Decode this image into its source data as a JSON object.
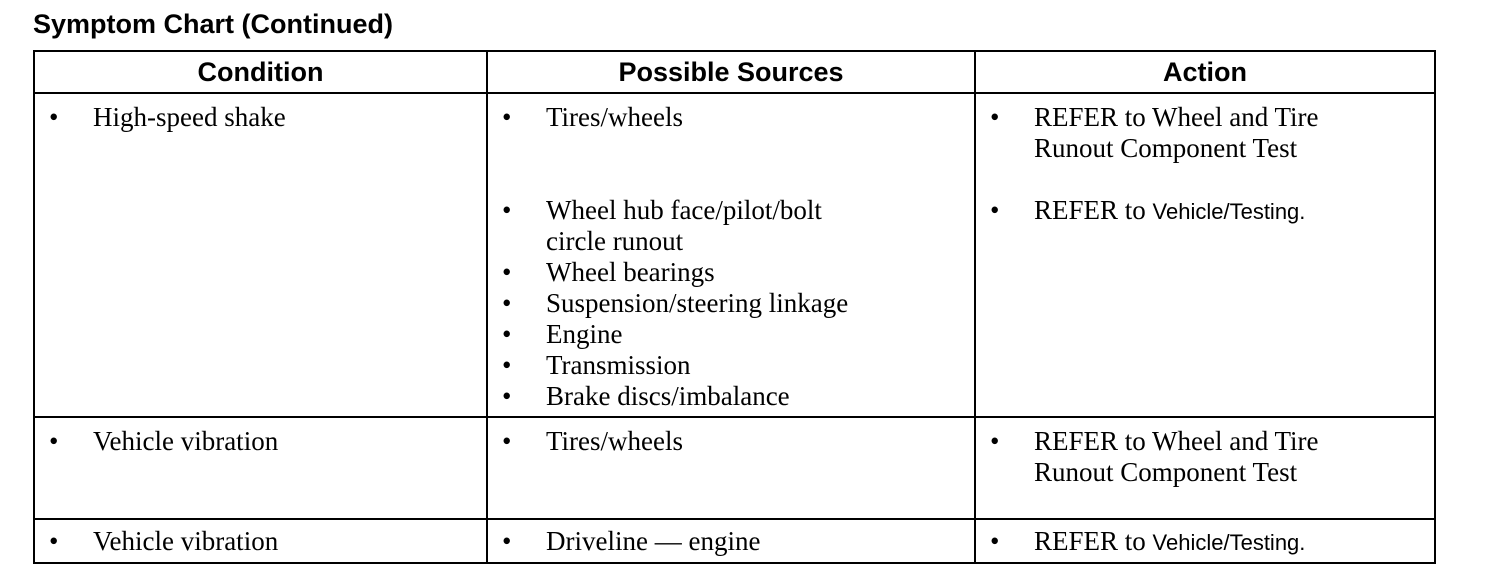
{
  "title": "Symptom Chart (Continued)",
  "headers": {
    "condition": "Condition",
    "sources": "Possible Sources",
    "action": "Action"
  },
  "bullet": "•",
  "rows": [
    {
      "condition": "High-speed shake",
      "sources": [
        "Tires/wheels",
        "Wheel hub face/pilot/bolt circle runout",
        "Wheel bearings",
        "Suspension/steering linkage",
        "Engine",
        "Transmission",
        "Brake discs/imbalance"
      ],
      "actions": [
        {
          "lead": "REFER to Wheel and Tire Runout Component Test",
          "ref": ""
        },
        {
          "lead": "REFER to ",
          "ref": "Vehicle/Testing."
        }
      ]
    },
    {
      "condition": "Vehicle vibration",
      "sources": [
        "Tires/wheels"
      ],
      "actions": [
        {
          "lead": "REFER to Wheel and Tire Runout Component Test",
          "ref": ""
        }
      ]
    },
    {
      "condition": "Vehicle vibration",
      "sources": [
        "Driveline — engine"
      ],
      "actions": [
        {
          "lead": "REFER to ",
          "ref": "Vehicle/Testing."
        }
      ]
    }
  ]
}
